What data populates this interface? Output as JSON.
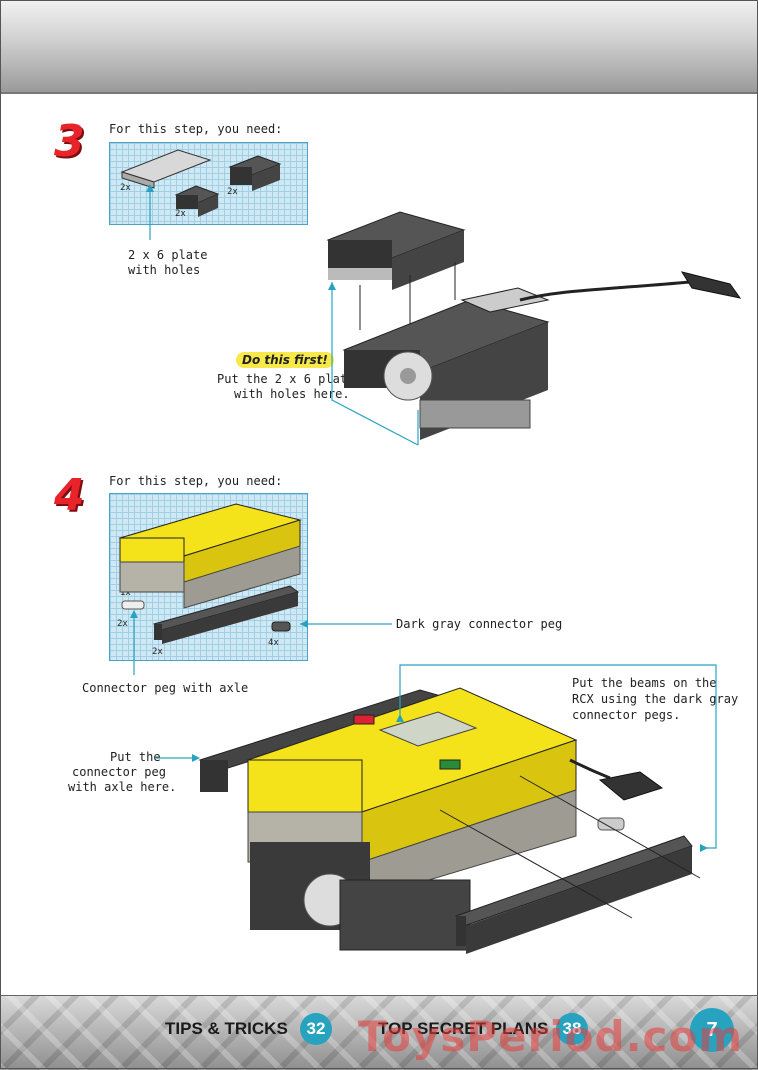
{
  "steps": [
    {
      "number": "3",
      "need_label": "For this step, you need:",
      "part_counts": [
        "2x",
        "2x",
        "2x"
      ],
      "plate_label_1": "2 x 6 plate",
      "plate_label_2": "with holes",
      "tip_badge": "Do this first!",
      "tip_1": "Put the 2 x 6 plate",
      "tip_2": "with holes here."
    },
    {
      "number": "4",
      "need_label": "For this step, you need:",
      "part_counts": [
        "1x",
        "2x",
        "2x",
        "4x"
      ],
      "peg_label": "Connector peg with axle",
      "dark_peg_label": "Dark gray connector peg",
      "beams_1": "Put the beams on the",
      "beams_2": "RCX using the dark gray",
      "beams_3": "connector pegs.",
      "put_1": "Put the",
      "put_2": "connector peg",
      "put_3": "with axle here."
    }
  ],
  "footer": {
    "tips_label": "TIPS & TRICKS",
    "tips_page": "32",
    "secret_label": "TOP SECRET PLANS",
    "secret_page": "38",
    "page_number": "7"
  },
  "watermark": "ToysPeriod.com",
  "colors": {
    "step_number": "#e8232a",
    "accent": "#27a3c0",
    "rcx_yellow": "#f4e21a",
    "brick_dark": "#3a3a3a"
  }
}
